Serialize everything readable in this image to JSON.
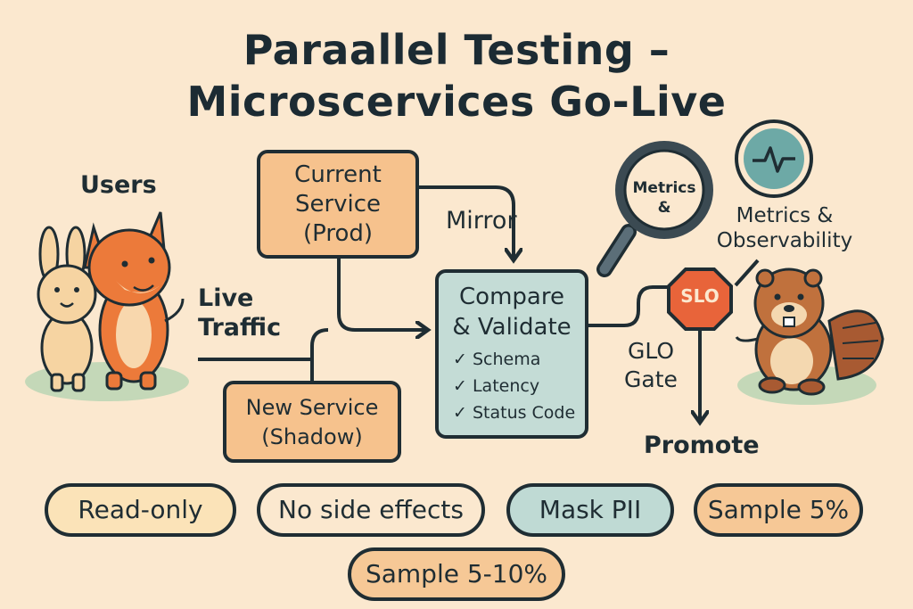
{
  "title": {
    "line1": "Paraallel Testing –",
    "line2": "Microscervices Go-Live"
  },
  "actors": {
    "users_label": "Users",
    "live_traffic_label": "Live\nTraffic"
  },
  "nodes": {
    "current_service": "Current\nService\n(Prod)",
    "new_service": "New Service\n(Shadow)",
    "compare_title": "Compare\n& Validate",
    "checks": [
      "✓ Schema",
      "✓ Latency",
      "✓ Status Code"
    ]
  },
  "edges": {
    "mirror_label": "Mirror"
  },
  "gate": {
    "slo_sign": "SLO",
    "gate_label": "GLO\nGate",
    "promote_label": "Promote"
  },
  "observability": {
    "magnifier_text": "Metrics\n&",
    "label": "Metrics &\nObservability"
  },
  "pills": [
    {
      "text": "Read-only",
      "color": "#fbe3b8"
    },
    {
      "text": "No side effects",
      "color": "#fbe8cf"
    },
    {
      "text": "Mask PII",
      "color": "#bfdad4"
    },
    {
      "text": "Sample 5%",
      "color": "#f6c896"
    },
    {
      "text": "Sample 5-10%",
      "color": "#f6c896"
    }
  ],
  "colors": {
    "background": "#fbe8cf",
    "orange_box": "#f6c28d",
    "teal_box": "#c4dcd6",
    "ink": "#1f2d33",
    "stop_sign": "#e8643a"
  }
}
